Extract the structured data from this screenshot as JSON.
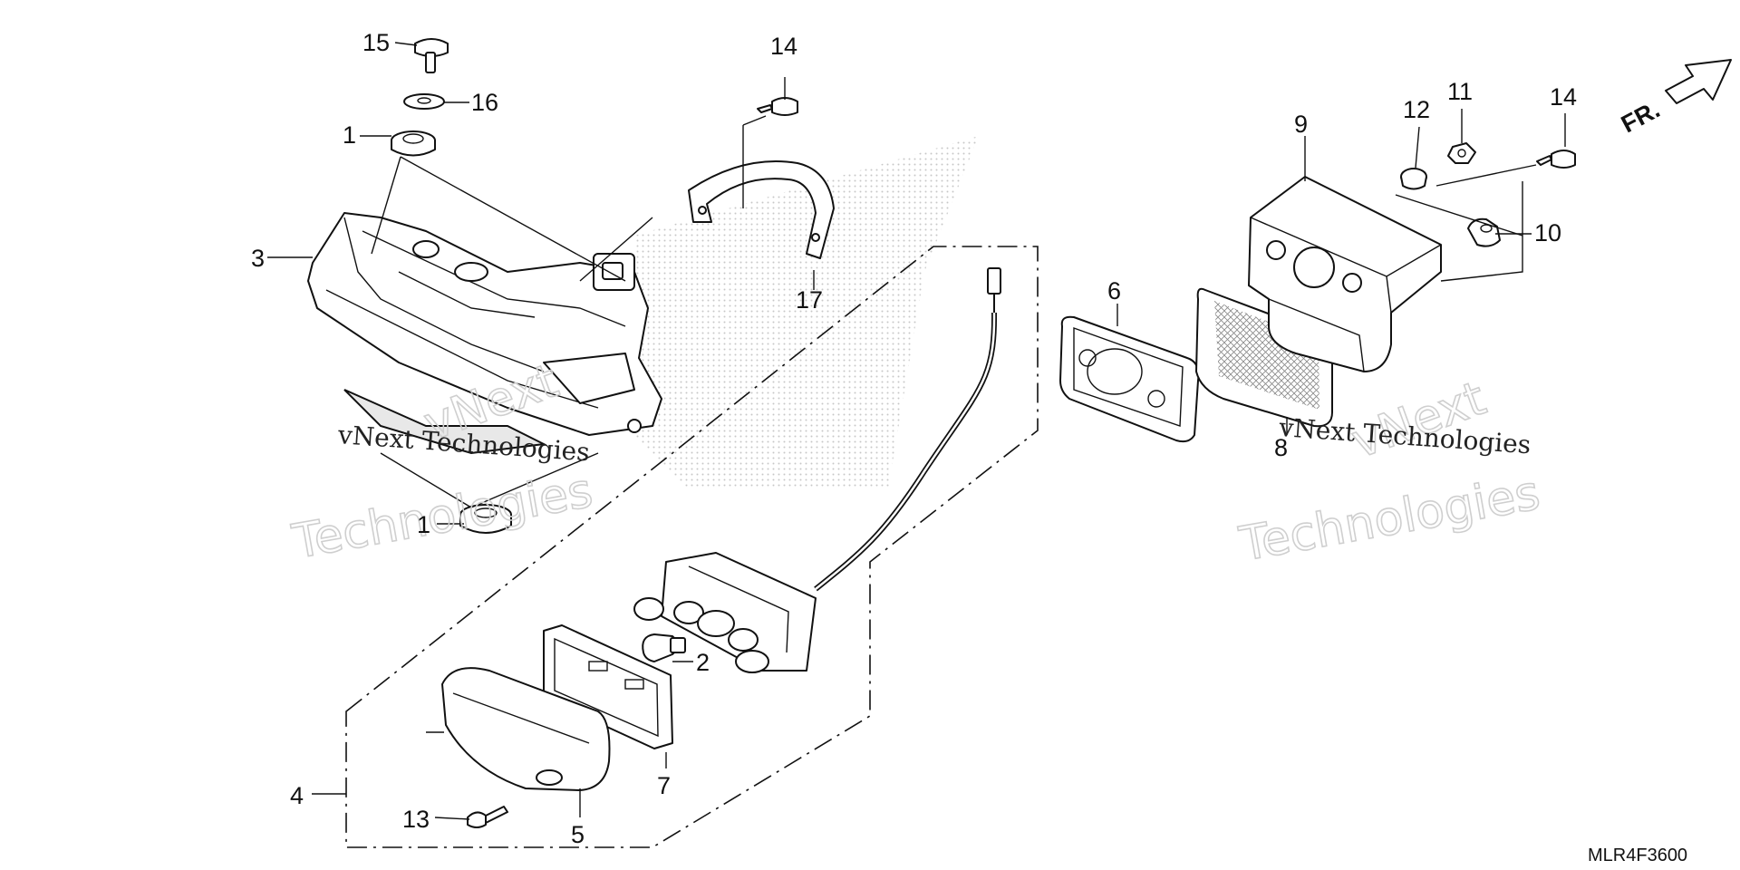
{
  "diagram": {
    "callouts": [
      {
        "id": "c15",
        "text": "15"
      },
      {
        "id": "c16",
        "text": "16"
      },
      {
        "id": "c1a",
        "text": "1"
      },
      {
        "id": "c3",
        "text": "3"
      },
      {
        "id": "c1b",
        "text": "1"
      },
      {
        "id": "c14a",
        "text": "14"
      },
      {
        "id": "c17",
        "text": "17"
      },
      {
        "id": "c4",
        "text": "4"
      },
      {
        "id": "c13",
        "text": "13"
      },
      {
        "id": "c5",
        "text": "5"
      },
      {
        "id": "c7",
        "text": "7"
      },
      {
        "id": "c2",
        "text": "2"
      },
      {
        "id": "c6",
        "text": "6"
      },
      {
        "id": "c9",
        "text": "9"
      },
      {
        "id": "c12",
        "text": "12"
      },
      {
        "id": "c11",
        "text": "11"
      },
      {
        "id": "c14b",
        "text": "14"
      },
      {
        "id": "c10",
        "text": "10"
      },
      {
        "id": "c8",
        "text": "8"
      }
    ],
    "direction_label": "FR.",
    "diagram_code": "MLR4F3600",
    "watermark_line": "vNext Technologies",
    "watermark_top": "vNext",
    "watermark_bottom": "Technologies"
  }
}
